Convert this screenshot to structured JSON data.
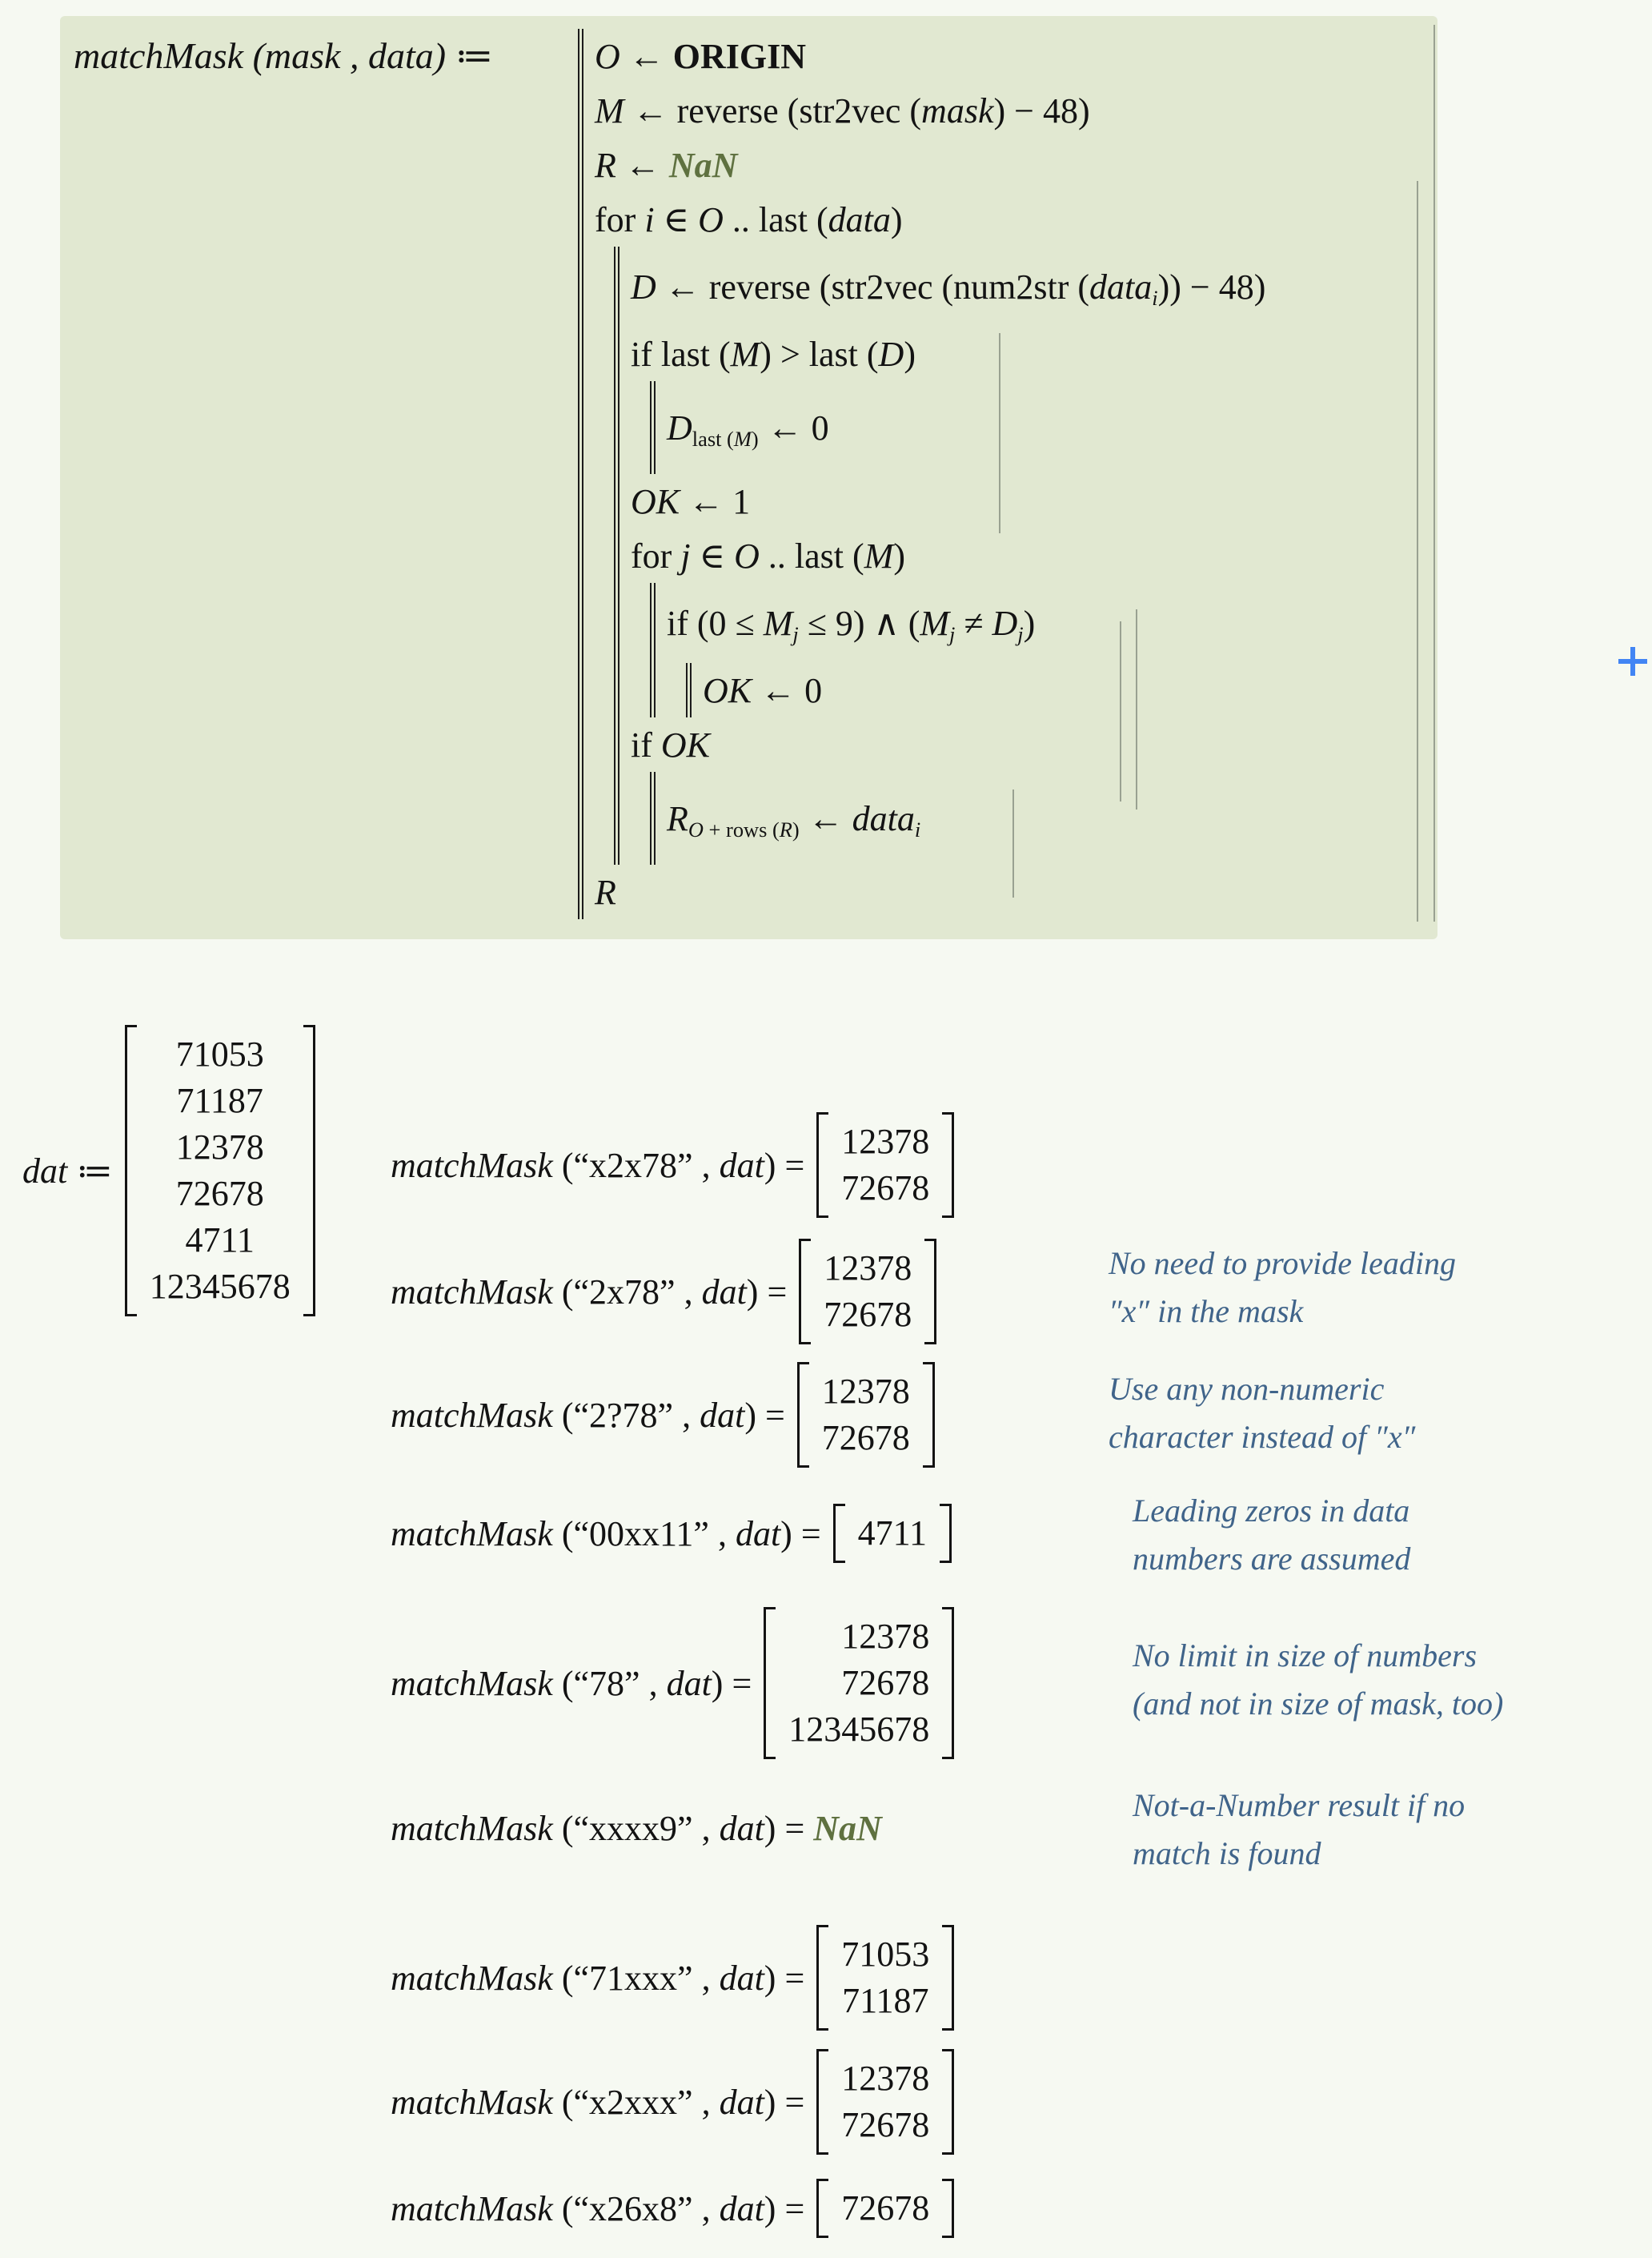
{
  "colors": {
    "page_bg": "#f6f9f2",
    "program_bg": "#e1e8d1",
    "text": "#131313",
    "nan_green": "#5f7140",
    "annotation_blue": "#40648a",
    "cursor_blue": "#4285f4",
    "program_bar": "#1b1b1b",
    "faint_line": "#99a191"
  },
  "syntax": {
    "open": " (",
    "comma": " , ",
    "close": ") = "
  },
  "program": {
    "header": [
      {
        "i": "matchMask"
      },
      {
        "t": " ("
      },
      {
        "i": "mask"
      },
      {
        "t": " , "
      },
      {
        "i": "data"
      },
      {
        "t": ") ≔ "
      }
    ],
    "lines": {
      "0": [
        {
          "i": "O"
        },
        {
          "t": " ← "
        },
        {
          "b": "ORIGIN"
        }
      ],
      "1": [
        {
          "i": "M"
        },
        {
          "t": " ← reverse (str2vec ("
        },
        {
          "i": "mask"
        },
        {
          "t": ") − 48)"
        }
      ],
      "2": [
        {
          "i": "R"
        },
        {
          "t": " ← "
        },
        {
          "g": "NaN"
        }
      ],
      "3": [
        {
          "t": "for "
        },
        {
          "i": "i"
        },
        {
          "t": " ∈ "
        },
        {
          "i": "O"
        },
        {
          "t": " .. last ("
        },
        {
          "i": "data"
        },
        {
          "t": ")"
        }
      ],
      "4": [
        {
          "i": "D"
        },
        {
          "t": " ← reverse (str2vec (num2str ("
        },
        {
          "i": "data"
        },
        {
          "sub": [
            {
              "i": "i"
            }
          ]
        },
        {
          "t": ")) − 48)"
        }
      ],
      "5": [
        {
          "t": "if last ("
        },
        {
          "i": "M"
        },
        {
          "t": ") > last ("
        },
        {
          "i": "D"
        },
        {
          "t": ")"
        }
      ],
      "6": [
        {
          "i": "D"
        },
        {
          "sub": [
            {
              "t": "last ("
            },
            {
              "i": "M"
            },
            {
              "t": ")"
            }
          ]
        },
        {
          "t": " ← 0"
        }
      ],
      "7": [
        {
          "i": "OK"
        },
        {
          "t": " ← 1"
        }
      ],
      "8": [
        {
          "t": "for "
        },
        {
          "i": "j"
        },
        {
          "t": " ∈ "
        },
        {
          "i": "O"
        },
        {
          "t": " .. last ("
        },
        {
          "i": "M"
        },
        {
          "t": ")"
        }
      ],
      "9": [
        {
          "t": "if (0 ≤ "
        },
        {
          "i": "M"
        },
        {
          "sub": [
            {
              "i": "j"
            }
          ]
        },
        {
          "t": " ≤ 9) ∧ ("
        },
        {
          "i": "M"
        },
        {
          "sub": [
            {
              "i": "j"
            }
          ]
        },
        {
          "t": " ≠ "
        },
        {
          "i": "D"
        },
        {
          "sub": [
            {
              "i": "j"
            }
          ]
        },
        {
          "t": ")"
        }
      ],
      "10": [
        {
          "i": "OK"
        },
        {
          "t": " ← 0"
        }
      ],
      "11": [
        {
          "t": "if "
        },
        {
          "i": "OK"
        }
      ],
      "12": [
        {
          "i": "R"
        },
        {
          "sub": [
            {
              "i": "O"
            },
            {
              "t": " + rows ("
            },
            {
              "i": "R"
            },
            {
              "t": ")"
            }
          ]
        },
        {
          "t": " ← "
        },
        {
          "i": "data"
        },
        {
          "sub": [
            {
              "i": "i"
            }
          ]
        }
      ],
      "13": [
        {
          "i": "R"
        }
      ]
    }
  },
  "dat": {
    "name": "dat",
    "assign": " ≔ ",
    "values": [
      "71053",
      "71187",
      "12378",
      "72678",
      "4711",
      "12345678"
    ]
  },
  "examples": [
    {
      "fn": "matchMask",
      "mask": "“x2x78”",
      "arg": "dat",
      "result": [
        "12378",
        "72678"
      ]
    },
    {
      "fn": "matchMask",
      "mask": "“2x78”",
      "arg": "dat",
      "result": [
        "12378",
        "72678"
      ]
    },
    {
      "fn": "matchMask",
      "mask": "“2?78”",
      "arg": "dat",
      "result": [
        "12378",
        "72678"
      ]
    },
    {
      "fn": "matchMask",
      "mask": "“00xx11”",
      "arg": "dat",
      "result": [
        "4711"
      ]
    },
    {
      "fn": "matchMask",
      "mask": "“78”",
      "arg": "dat",
      "result": [
        "12378",
        "72678",
        "12345678"
      ]
    },
    {
      "fn": "matchMask",
      "mask": "“xxxx9”",
      "arg": "dat",
      "result": "NaN"
    },
    {
      "fn": "matchMask",
      "mask": "“71xxx”",
      "arg": "dat",
      "result": [
        "71053",
        "71187"
      ]
    },
    {
      "fn": "matchMask",
      "mask": "“x2xxx”",
      "arg": "dat",
      "result": [
        "12378",
        "72678"
      ]
    },
    {
      "fn": "matchMask",
      "mask": "“x26x8”",
      "arg": "dat",
      "result": [
        "72678"
      ]
    }
  ],
  "annotations": [
    "No need to provide leading\n″x″ in the mask",
    "Use any non-numeric\ncharacter instead of ″x″",
    "Leading zeros in data\nnumbers are assumed",
    "No limit in size of numbers\n(and not in size of mask, too)",
    "Not-a-Number result if no\nmatch is found"
  ]
}
